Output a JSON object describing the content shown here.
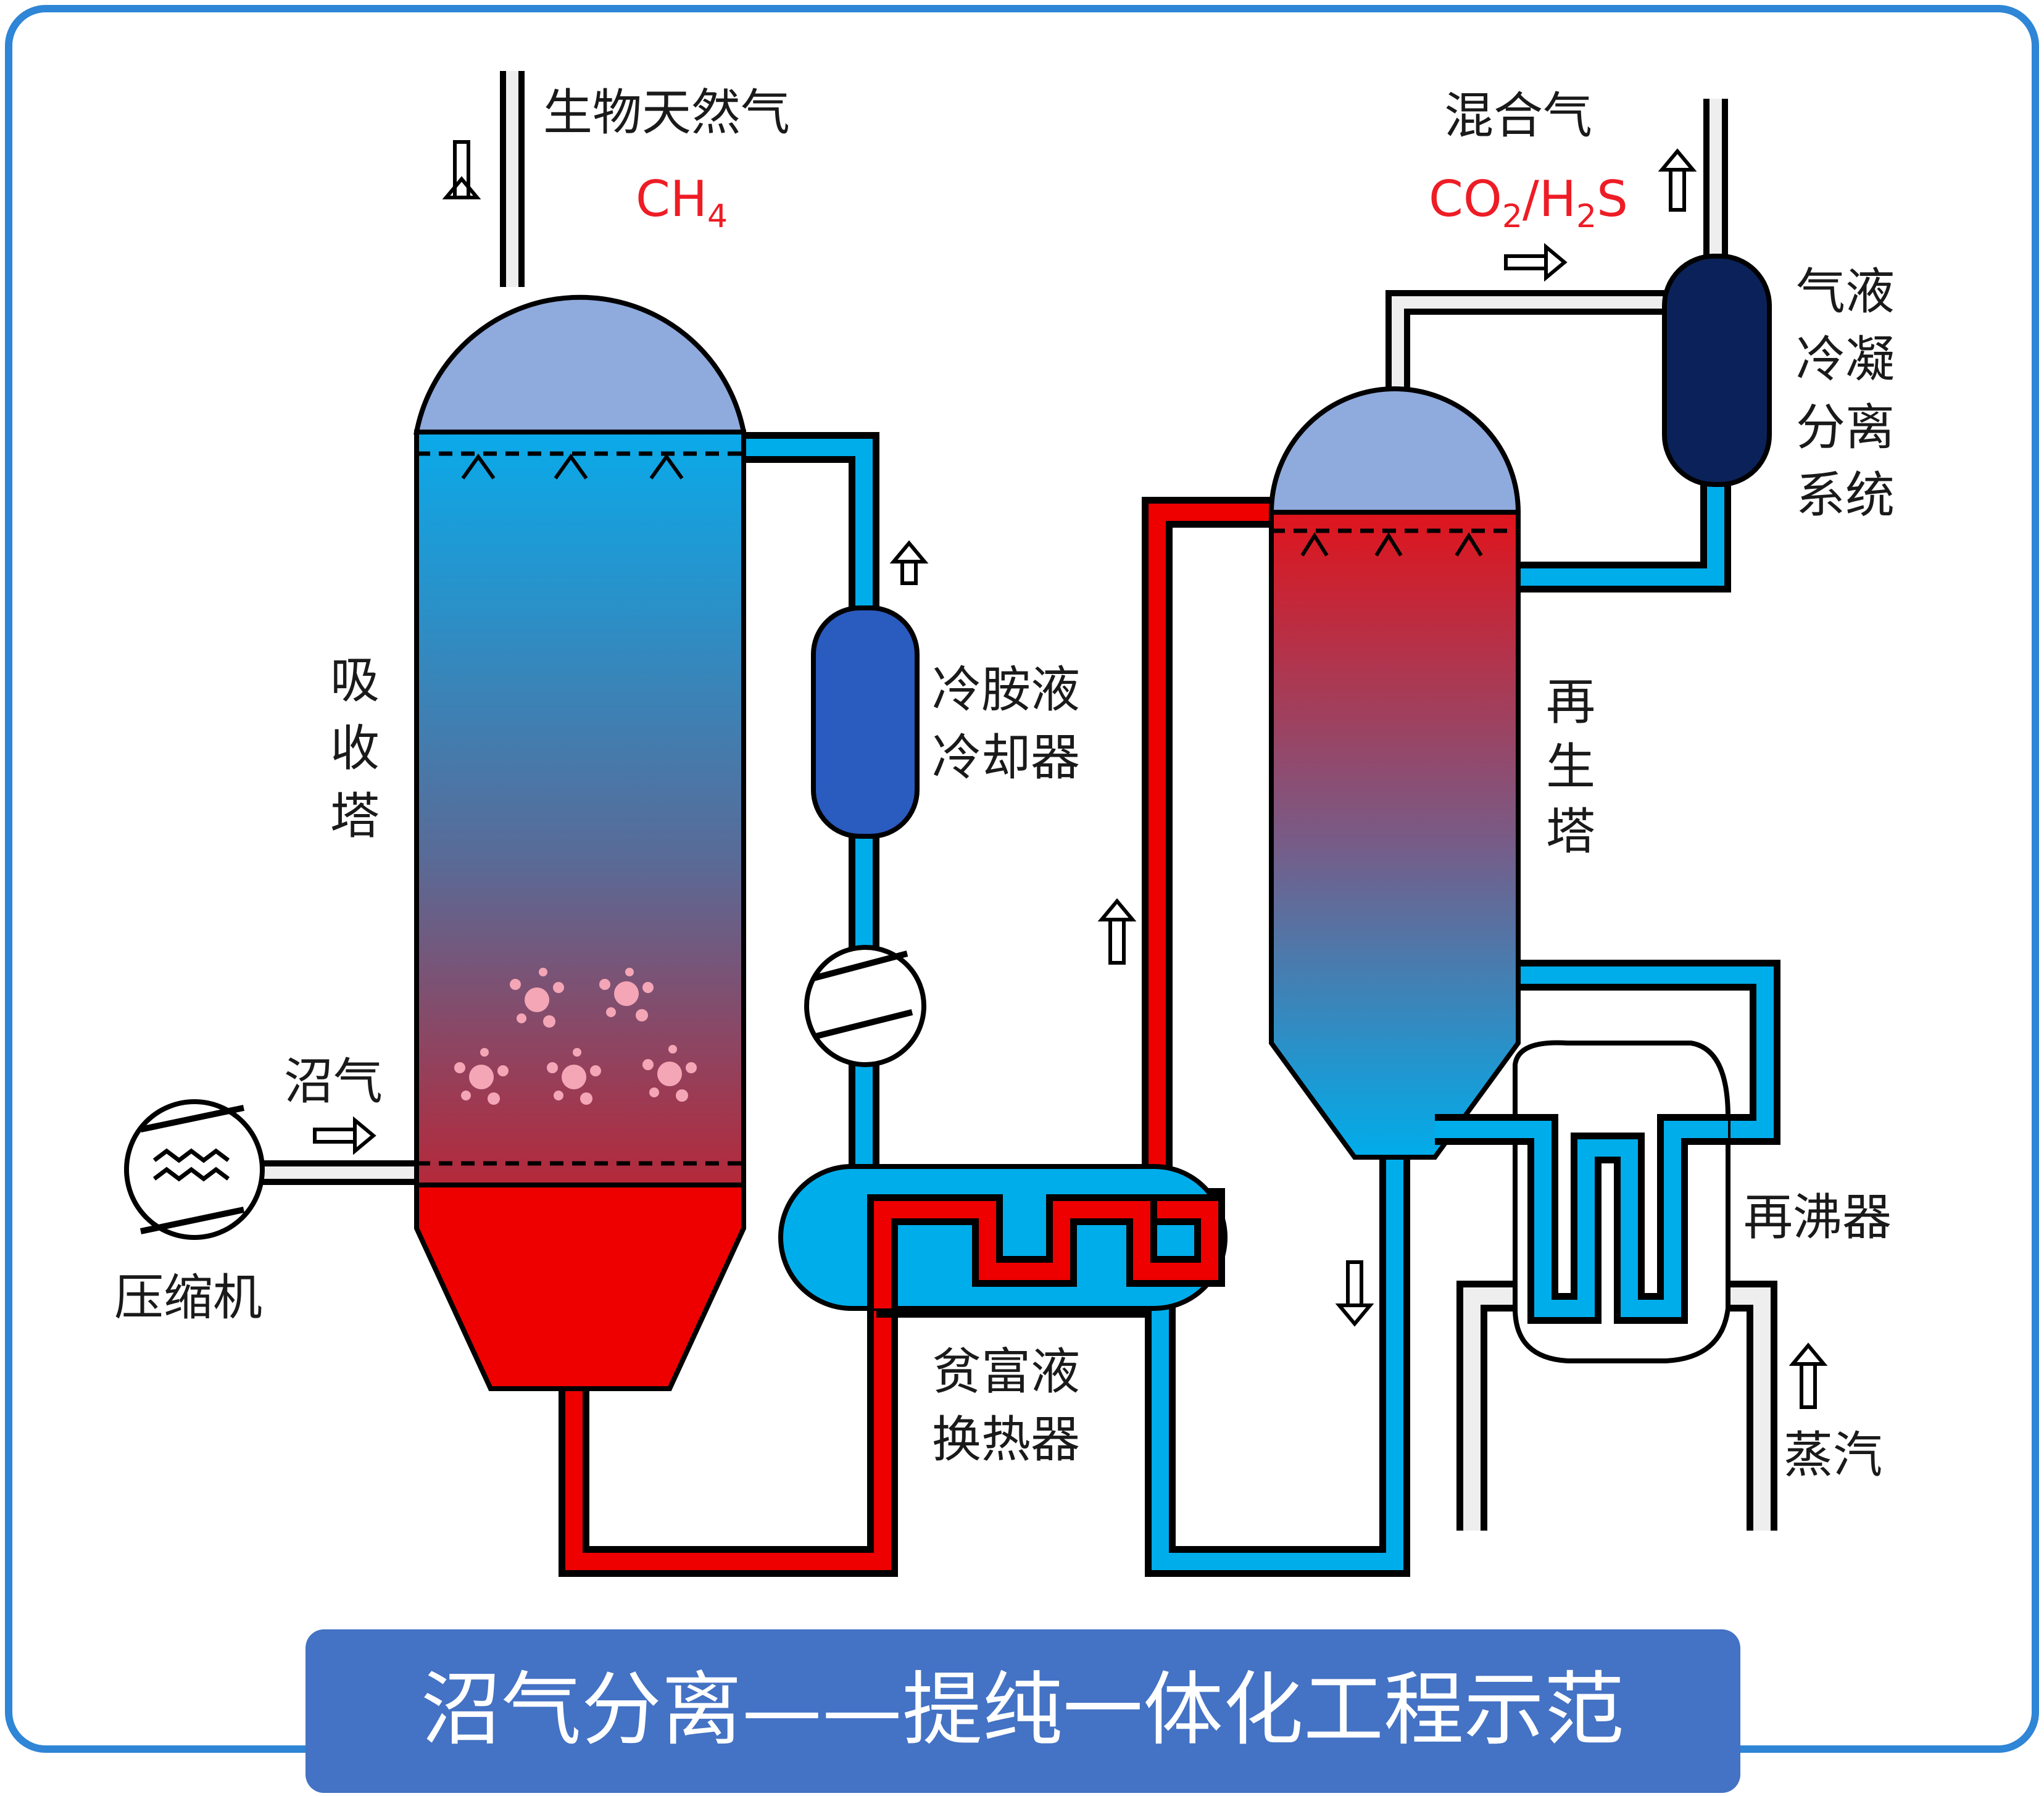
{
  "labels": {
    "biomethane": "生物天然气",
    "ch4_main": "CH",
    "ch4_sub": "4",
    "mixed_gas": "混合气",
    "co2": "CO",
    "co2_sub": "2",
    "slash_h": "/H",
    "h2s_sub": "2",
    "s": "S",
    "gl_sep": [
      "气液",
      "冷凝",
      "分离",
      "系统"
    ],
    "absorber": [
      "吸",
      "收",
      "塔"
    ],
    "regenerator": [
      "再",
      "生",
      "塔"
    ],
    "lean_cooler": [
      "冷胺液",
      "冷却器"
    ],
    "biogas": "沼气",
    "compressor": "压缩机",
    "heat_exchanger": [
      "贫富液",
      "换热器"
    ],
    "reboiler": "再沸器",
    "steam": "蒸汽"
  },
  "title": "沼气分离——提纯一体化工程示范",
  "colors": {
    "frame": "#2f85d6",
    "title_bg": "#4472c4",
    "rich": "#ee0000",
    "lean": "#00adeb",
    "dome": "#8faadc",
    "cooler": "#2a5bbf",
    "separator": "#0a2259"
  }
}
